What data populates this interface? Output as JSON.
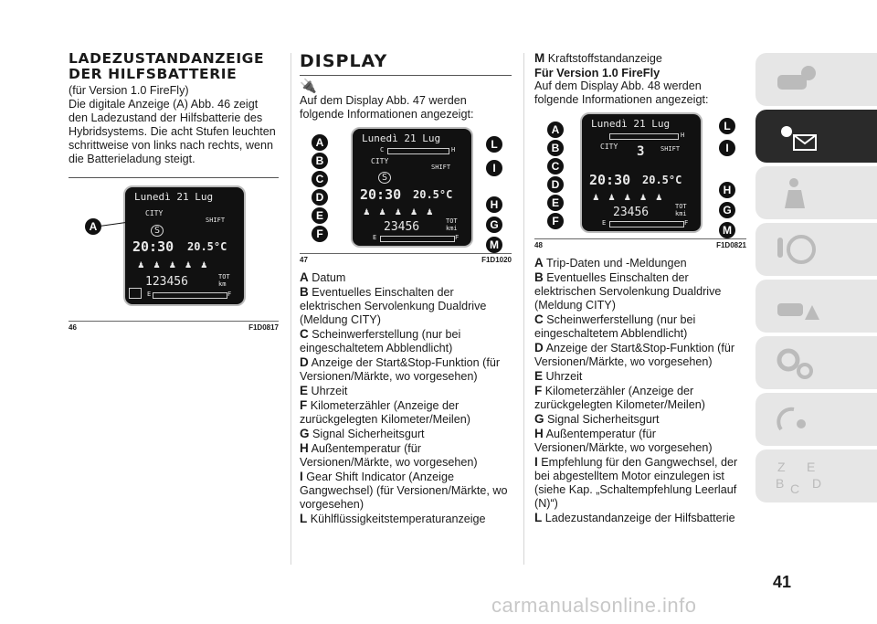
{
  "col1": {
    "heading_line1": "LADEZUSTANDANZEIGE",
    "heading_line2": "DER HILFSBATTERIE",
    "subtitle": "(für Version 1.0 FireFly)",
    "body": "Die digitale Anzeige (A) Abb. 46 zeigt den Ladezustand der Hilfsbatterie des Hybridsystems. Die acht Stufen leuchten schrittweise von links nach rechts, wenn die Batterieladung steigt.",
    "figure": {
      "number": "46",
      "id": "F1D0817",
      "callout": "A"
    }
  },
  "col2": {
    "heading": "DISPLAY",
    "intro": "Auf dem Display Abb. 47 werden folgende Informationen angezeigt:",
    "figure": {
      "number": "47",
      "id": "F1D1020"
    },
    "items": [
      {
        "key": "A",
        "text": "Datum"
      },
      {
        "key": "B",
        "text": "Eventuelles Einschalten der elektrischen Servolenkung Dualdrive (Meldung CITY)"
      },
      {
        "key": "C",
        "text": "Scheinwerferstellung (nur bei eingeschaltetem Abblendlicht)"
      },
      {
        "key": "D",
        "text": "Anzeige der Start&Stop-Funktion (für Versionen/Märkte, wo vorgesehen)"
      },
      {
        "key": "E",
        "text": "Uhrzeit"
      },
      {
        "key": "F",
        "text": "Kilometerzähler (Anzeige der zurückgelegten Kilometer/Meilen)"
      },
      {
        "key": "G",
        "text": "Signal Sicherheitsgurt"
      },
      {
        "key": "H",
        "text": "Außentemperatur (für Versionen/Märkte, wo vorgesehen)"
      },
      {
        "key": "I",
        "text": "Gear Shift Indicator (Anzeige Gangwechsel) (für Versionen/Märkte, wo vorgesehen)"
      },
      {
        "key": "L",
        "text": "Kühlflüssigkeitstemperaturanzeige"
      }
    ]
  },
  "col3": {
    "first_item": {
      "key": "M",
      "text": "Kraftstoffstandanzeige"
    },
    "subheading": "Für Version 1.0 FireFly",
    "intro": "Auf dem Display Abb. 48 werden folgende Informationen angezeigt:",
    "figure": {
      "number": "48",
      "id": "F1D0821"
    },
    "items": [
      {
        "key": "A",
        "text": "Trip-Daten und -Meldungen"
      },
      {
        "key": "B",
        "text": "Eventuelles Einschalten der elektrischen Servolenkung Dualdrive (Meldung CITY)"
      },
      {
        "key": "C",
        "text": "Scheinwerferstellung (nur bei eingeschaltetem Abblendlicht)"
      },
      {
        "key": "D",
        "text": "Anzeige der Start&Stop-Funktion (für Versionen/Märkte, wo vorgesehen)"
      },
      {
        "key": "E",
        "text": "Uhrzeit"
      },
      {
        "key": "F",
        "text": "Kilometerzähler (Anzeige der zurückgelegten Kilometer/Meilen)"
      },
      {
        "key": "G",
        "text": "Signal Sicherheitsgurt"
      },
      {
        "key": "H",
        "text": "Außentemperatur (für Versionen/Märkte, wo vorgesehen)"
      },
      {
        "key": "I",
        "text": "Empfehlung für den Gangwechsel, der bei abgestelltem Motor einzulegen ist (siehe Kap. „Schaltempfehlung Leerlauf (N)“)"
      },
      {
        "key": "L",
        "text": "Ladezustandanzeige der Hilfsbatterie"
      }
    ]
  },
  "lcd": {
    "date": "Lunedì 21 Lug",
    "city": "CITY",
    "shift": "SHIFT",
    "time": "20:30",
    "temp": "20.5°C",
    "odo": "123456",
    "odo2": "23456",
    "unit_tot": "TOT",
    "unit_km": "km",
    "unit_kmi": "kmi",
    "letter_e": "E",
    "letter_f": "F",
    "letter_c": "C",
    "letter_h": "H",
    "gear": "3",
    "s_symbol": "S"
  },
  "side_tabs": [
    {
      "name": "car-info",
      "active": false
    },
    {
      "name": "warning-lights",
      "active": true
    },
    {
      "name": "safety",
      "active": false
    },
    {
      "name": "starting-driving",
      "active": false
    },
    {
      "name": "emergency",
      "active": false
    },
    {
      "name": "maintenance",
      "active": false
    },
    {
      "name": "multimedia",
      "active": false
    },
    {
      "name": "index",
      "active": false
    }
  ],
  "index_tab_letters": [
    "Z",
    "E",
    "B",
    "C",
    "D"
  ],
  "page_number": "41",
  "watermark": "carmanualsonline.info"
}
